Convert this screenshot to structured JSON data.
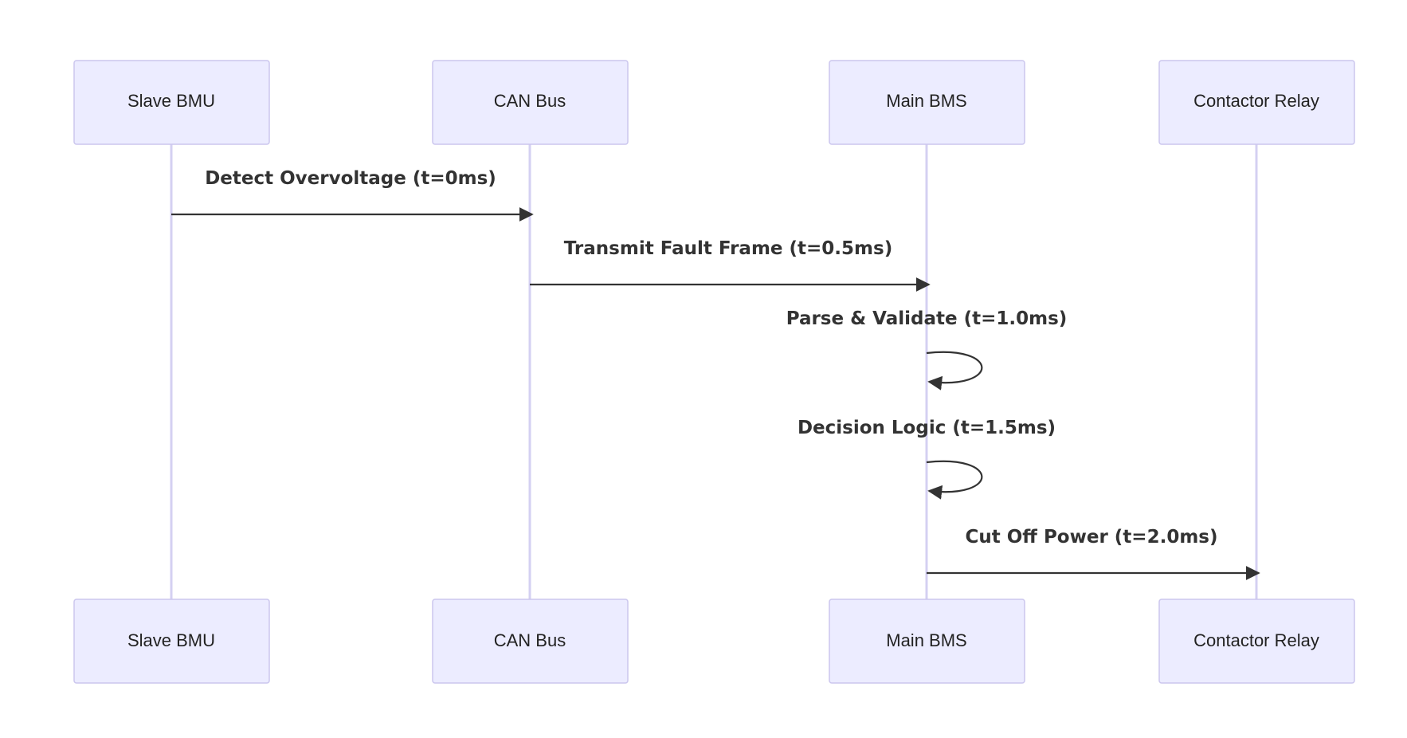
{
  "participants": [
    {
      "id": "slave",
      "label": "Slave BMU"
    },
    {
      "id": "can",
      "label": "CAN Bus"
    },
    {
      "id": "main",
      "label": "Main BMS"
    },
    {
      "id": "relay",
      "label": "Contactor Relay"
    }
  ],
  "messages": [
    {
      "from": "slave",
      "to": "can",
      "label": "Detect Overvoltage (t=0ms)"
    },
    {
      "from": "can",
      "to": "main",
      "label": "Transmit Fault Frame (t=0.5ms)"
    },
    {
      "from": "main",
      "to": "main",
      "label": "Parse & Validate (t=1.0ms)"
    },
    {
      "from": "main",
      "to": "main",
      "label": "Decision Logic (t=1.5ms)"
    },
    {
      "from": "main",
      "to": "relay",
      "label": "Cut Off Power (t=2.0ms)"
    }
  ],
  "colors": {
    "actor_fill": "#ECECFF",
    "actor_border": "#CBC6EE",
    "lifeline": "#D4D0F2",
    "message": "#333333"
  }
}
